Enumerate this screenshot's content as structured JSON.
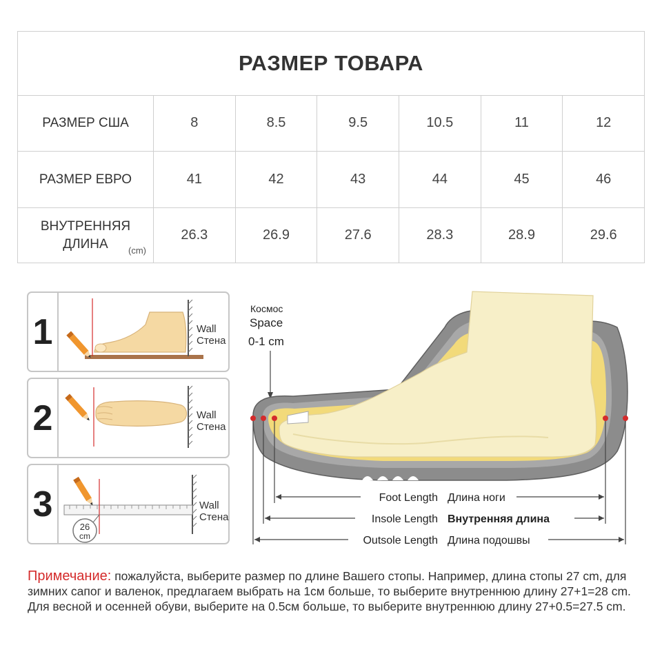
{
  "size_table": {
    "title": "РАЗМЕР ТОВАРА",
    "rows": [
      {
        "label": "РАЗМЕР США",
        "values": [
          "8",
          "8.5",
          "9.5",
          "10.5",
          "11",
          "12"
        ]
      },
      {
        "label": "РАЗМЕР ЕВРО",
        "values": [
          "41",
          "42",
          "43",
          "44",
          "45",
          "46"
        ]
      },
      {
        "label_line1": "ВНУТРЕННЯЯ",
        "label_line2": "ДЛИНА",
        "unit": "(cm)",
        "values": [
          "26.3",
          "26.9",
          "27.6",
          "28.3",
          "28.9",
          "29.6"
        ]
      }
    ]
  },
  "steps": [
    {
      "number": "1",
      "wall_en": "Wall",
      "wall_ru": "Стена"
    },
    {
      "number": "2",
      "wall_en": "Wall",
      "wall_ru": "Стена"
    },
    {
      "number": "3",
      "wall_en": "Wall",
      "wall_ru": "Стена",
      "ruler_value": "26",
      "ruler_unit": "cm"
    }
  ],
  "diagram": {
    "space_ru": "Космос",
    "space_en": "Space",
    "space_range": "0-1 cm",
    "lengths": [
      {
        "en": "Foot Length",
        "ru": "Длина ноги"
      },
      {
        "en": "Insole Length",
        "ru": "Внутренняя длина"
      },
      {
        "en": "Outsole Length",
        "ru": "Длина подошвы"
      }
    ]
  },
  "note": {
    "heading": "Примечание:",
    "text": "пожалуйста, выберите размер по длине Вашего стопы. Например, длина стопы 27 cm, для зимних сапог и валенок, предлагаем выбрать на 1cм больше, то выберите внутреннюю длину 27+1=28 cm. Для  весной и осенней обуви, выберите на 0.5cм больше,  то выберите внутреннюю длину 27+0.5=27.5 cm."
  },
  "colors": {
    "accent_red": "#d42b2b",
    "foot_fill": "#f5d9a3",
    "sole_gray": "#8a8a8a",
    "insole_yellow": "#f2da7a",
    "pencil_orange": "#f0962e"
  }
}
